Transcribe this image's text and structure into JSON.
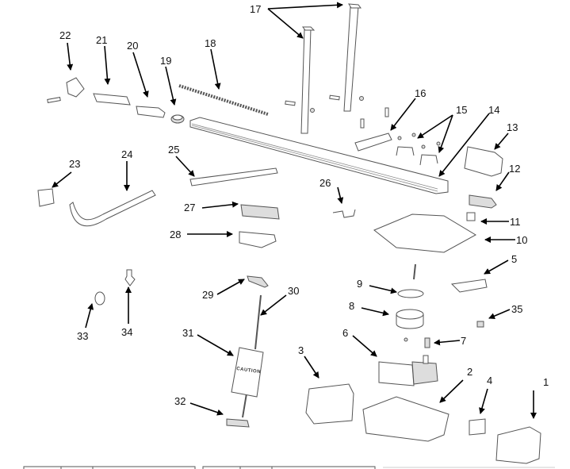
{
  "diagram": {
    "type": "exploded-parts-diagram",
    "subject": "garage door opener",
    "caution_tag_text": "CAUTION",
    "callouts": [
      {
        "id": "1",
        "label": "1"
      },
      {
        "id": "2",
        "label": "2"
      },
      {
        "id": "3",
        "label": "3"
      },
      {
        "id": "4",
        "label": "4"
      },
      {
        "id": "5",
        "label": "5"
      },
      {
        "id": "6",
        "label": "6"
      },
      {
        "id": "7",
        "label": "7"
      },
      {
        "id": "8",
        "label": "8"
      },
      {
        "id": "9",
        "label": "9"
      },
      {
        "id": "10",
        "label": "10"
      },
      {
        "id": "11",
        "label": "11"
      },
      {
        "id": "12",
        "label": "12"
      },
      {
        "id": "13",
        "label": "13"
      },
      {
        "id": "14",
        "label": "14"
      },
      {
        "id": "15",
        "label": "15"
      },
      {
        "id": "16",
        "label": "16"
      },
      {
        "id": "17",
        "label": "17"
      },
      {
        "id": "18",
        "label": "18"
      },
      {
        "id": "19",
        "label": "19"
      },
      {
        "id": "20",
        "label": "20"
      },
      {
        "id": "21",
        "label": "21"
      },
      {
        "id": "22",
        "label": "22"
      },
      {
        "id": "23",
        "label": "23"
      },
      {
        "id": "24",
        "label": "24"
      },
      {
        "id": "25",
        "label": "25"
      },
      {
        "id": "26",
        "label": "26"
      },
      {
        "id": "27",
        "label": "27"
      },
      {
        "id": "28",
        "label": "28"
      },
      {
        "id": "29",
        "label": "29"
      },
      {
        "id": "30",
        "label": "30"
      },
      {
        "id": "31",
        "label": "31"
      },
      {
        "id": "32",
        "label": "32"
      },
      {
        "id": "33",
        "label": "33"
      },
      {
        "id": "34",
        "label": "34"
      },
      {
        "id": "35",
        "label": "35"
      }
    ]
  }
}
